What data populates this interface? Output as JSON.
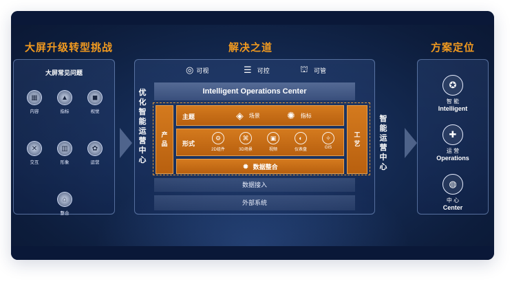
{
  "left": {
    "title": "大屏升级转型挑战",
    "panel_title": "大屏常见问题",
    "items": [
      {
        "label": "内容",
        "icon": "content-icon"
      },
      {
        "label": "指标",
        "icon": "mountain-icon"
      },
      {
        "label": "视觉",
        "icon": "car-icon"
      },
      {
        "label": "交互",
        "icon": "interaction-icon"
      },
      {
        "label": "形象",
        "icon": "building-icon"
      },
      {
        "label": "运营",
        "icon": "gear-people-icon"
      },
      {
        "label": "整合",
        "icon": "network-icon"
      }
    ]
  },
  "middle": {
    "title": "解决之道",
    "features": [
      {
        "label": "可视",
        "icon": "eye-search-icon"
      },
      {
        "label": "可控",
        "icon": "control-icon"
      },
      {
        "label": "可管",
        "icon": "bank-icon"
      }
    ],
    "left_vertical": "优化智能运营中心",
    "right_vertical": "智能运营中心",
    "ioc_title": "Intelligent Operations Center",
    "product_label": "产品",
    "craft_label": "工艺",
    "theme": {
      "label": "主题",
      "items": [
        {
          "label": "场景",
          "icon": "layers-icon"
        },
        {
          "label": "指标",
          "icon": "lightbulb-icon"
        }
      ]
    },
    "form": {
      "label": "形式",
      "items": [
        {
          "label": "2D组件",
          "icon": "2d-icon"
        },
        {
          "label": "3D场景",
          "icon": "3d-icon"
        },
        {
          "label": "视频",
          "icon": "video-icon"
        },
        {
          "label": "仪表盘",
          "icon": "dashboard-icon"
        },
        {
          "label": "GIS",
          "icon": "gis-icon"
        }
      ]
    },
    "integration": "数据整合",
    "access": "数据接入",
    "external": "外部系统"
  },
  "right": {
    "title": "方案定位",
    "items": [
      {
        "cn": "智 能",
        "en": "Intelligent",
        "icon": "brain-icon"
      },
      {
        "cn": "运 营",
        "en": "Operations",
        "icon": "puzzle-icon"
      },
      {
        "cn": "中 心",
        "en": "Center",
        "icon": "globe-icon"
      }
    ]
  },
  "colors": {
    "accent": "#f29a1f",
    "orange_block": "#c96c16",
    "background": "#142a52"
  }
}
